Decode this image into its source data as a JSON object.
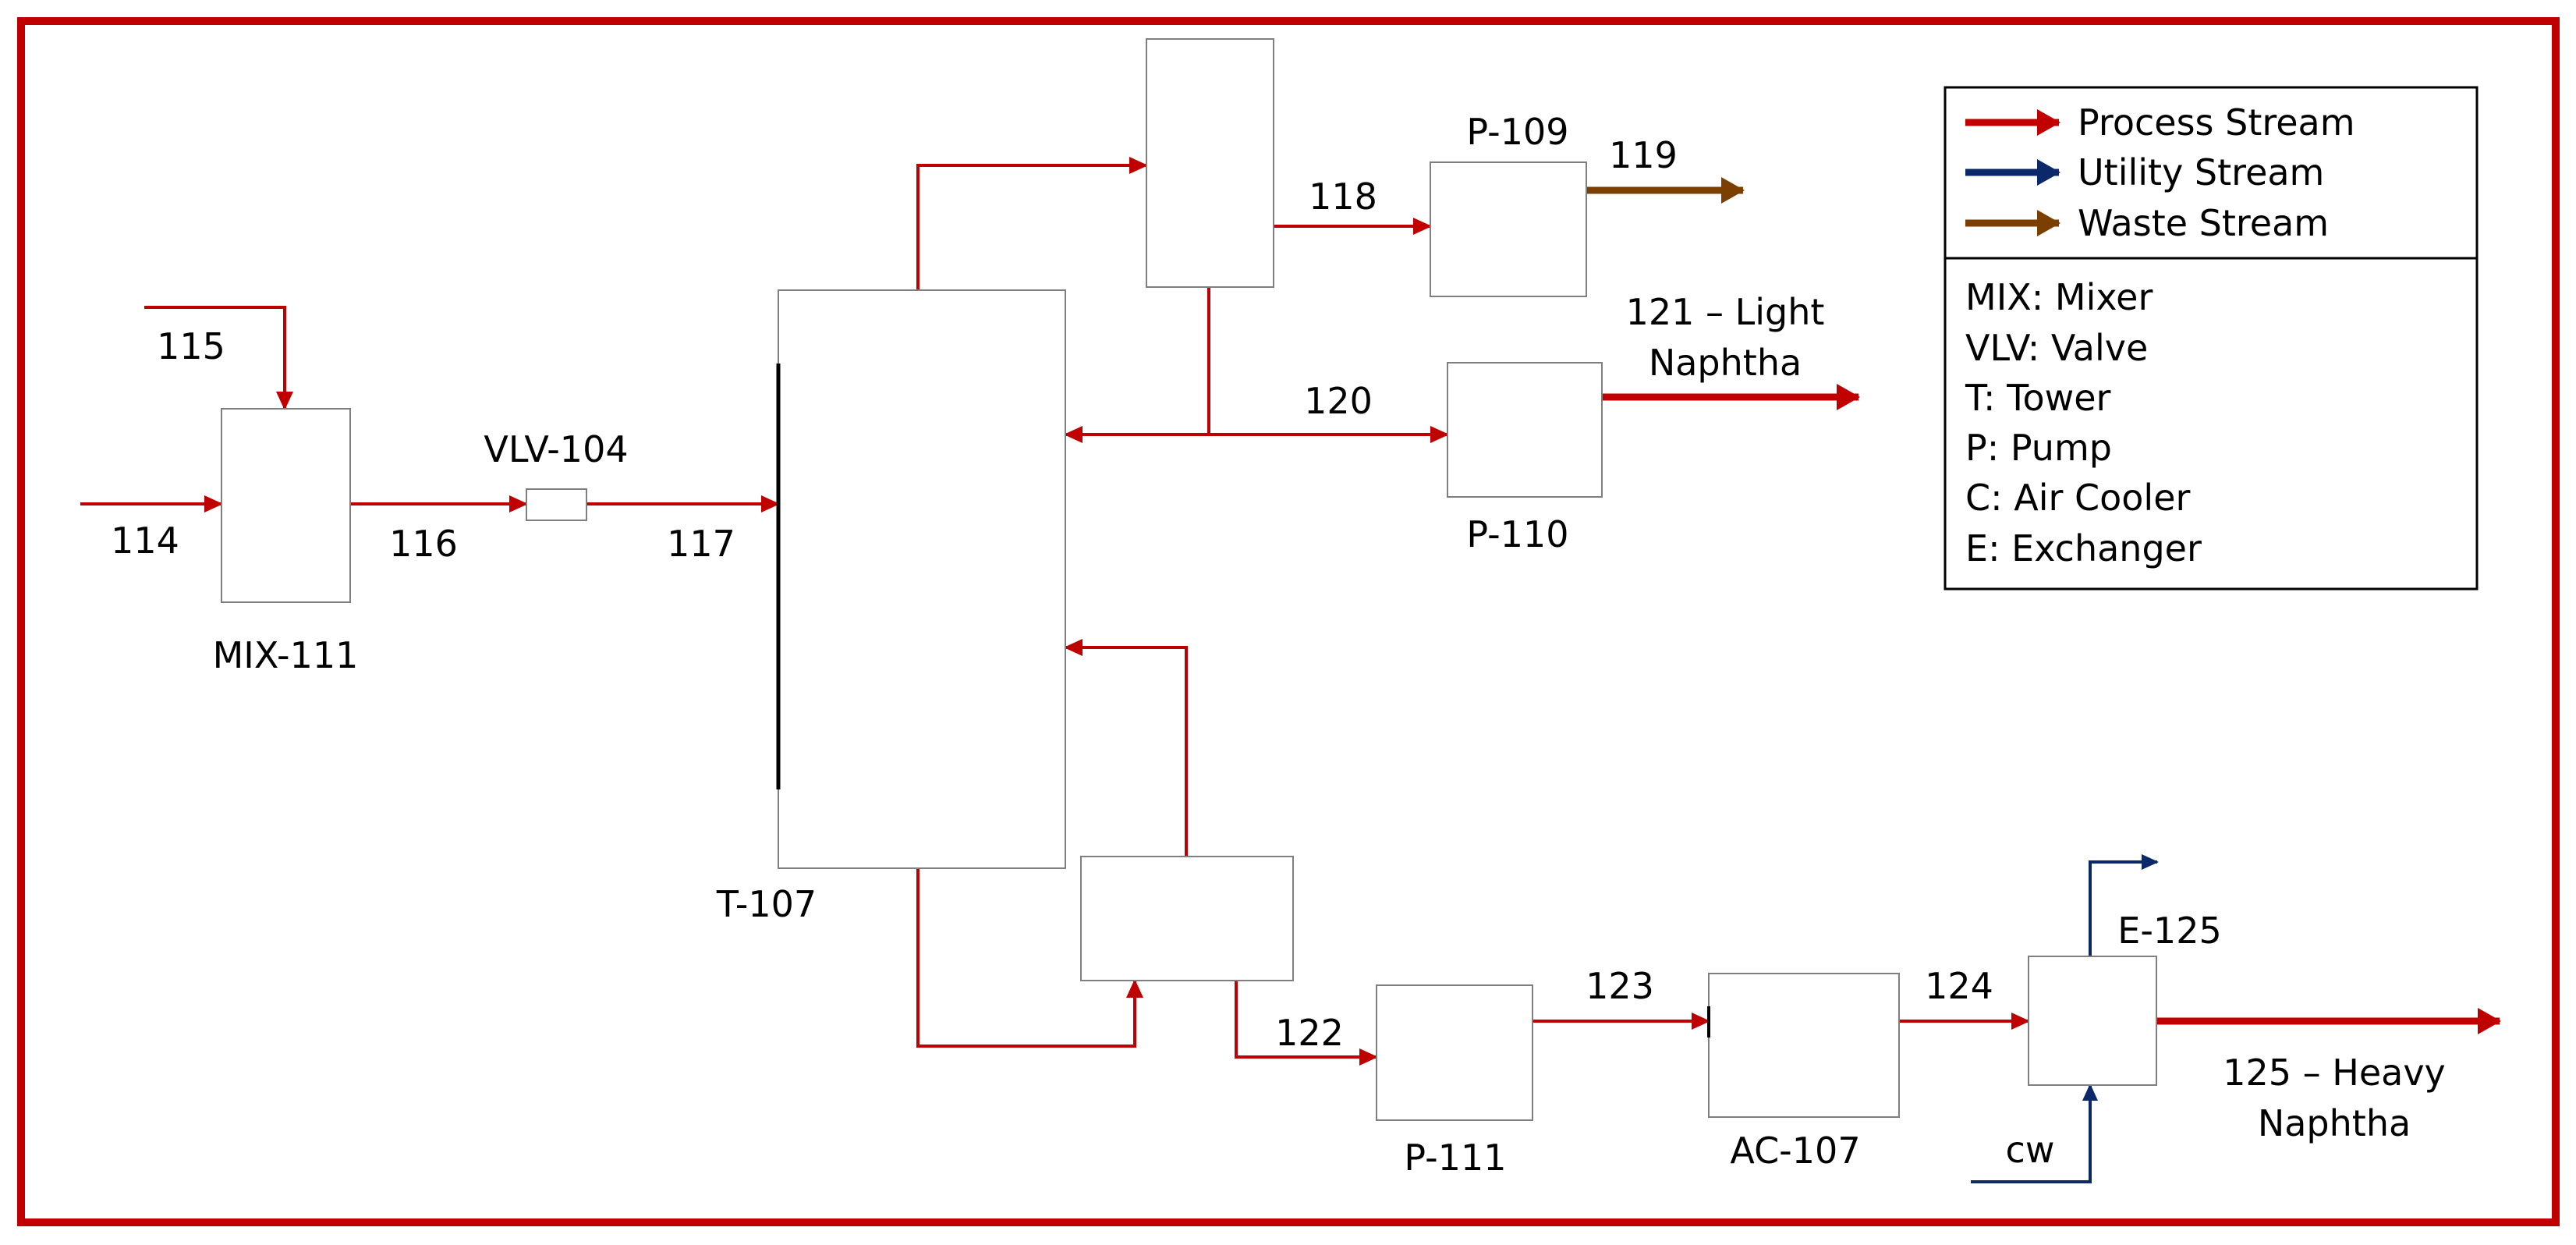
{
  "colors": {
    "process": "#c00000",
    "utility": "#0b2869",
    "waste": "#7b3f00",
    "frame": "#c00000"
  },
  "equipment": {
    "mix": "MIX-111",
    "valve": "VLV-104",
    "tower": "T-107",
    "pump_top": "P-109",
    "pump_mid": "P-110",
    "pump_bottom": "P-111",
    "cooler": "AC-107",
    "exchanger": "E-125"
  },
  "streams": {
    "s114": "114",
    "s115": "115",
    "s116": "116",
    "s117": "117",
    "s118": "118",
    "s119": "119",
    "s120": "120",
    "s121_line1": "121 – Light",
    "s121_line2": "Naphtha",
    "s122": "122",
    "s123": "123",
    "s124": "124",
    "s125_line1": "125 – Heavy",
    "s125_line2": "Naphtha",
    "cw": "cw"
  },
  "legend": {
    "streams": [
      {
        "label": "Process Stream",
        "color": "#c00000"
      },
      {
        "label": "Utility Stream",
        "color": "#0b2869"
      },
      {
        "label": "Waste Stream",
        "color": "#7b3f00"
      }
    ],
    "abbreviations": [
      "MIX: Mixer",
      "VLV: Valve",
      "T: Tower",
      "P: Pump",
      "C: Air Cooler",
      "E: Exchanger"
    ]
  }
}
